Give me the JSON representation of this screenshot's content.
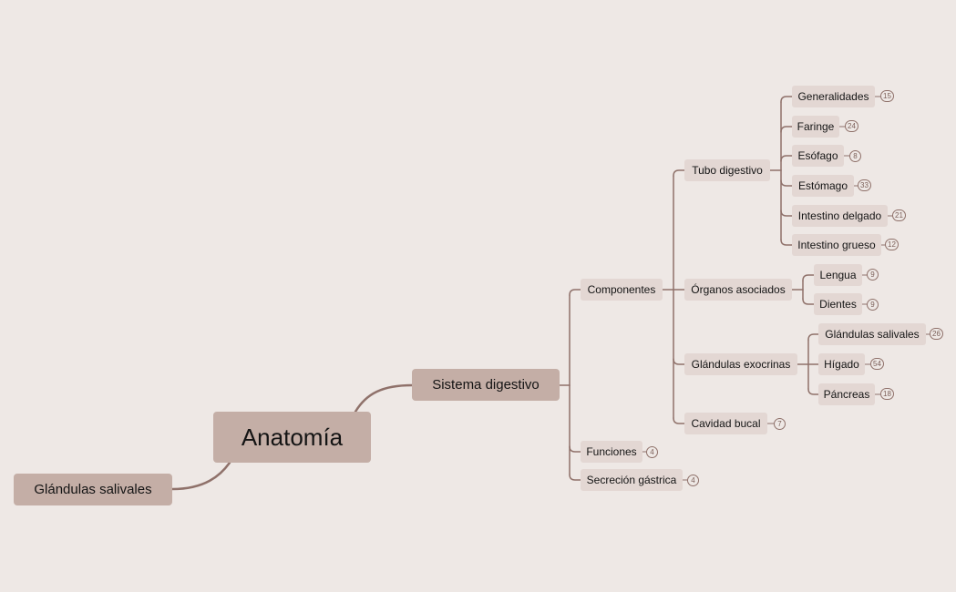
{
  "colors": {
    "background": "#EEE8E5",
    "line": "#8F716A",
    "main_node": "#C4AEA6",
    "sub_node": "#E3D7D3",
    "text": "#141414"
  },
  "mindmap": {
    "root": "Anatomía",
    "floating_topic": "Glándulas salivales",
    "branch": "Sistema digestivo",
    "componentes": {
      "label": "Componentes",
      "tubo_digestivo": {
        "label": "Tubo digestivo",
        "children": [
          {
            "label": "Generalidades",
            "count": "15"
          },
          {
            "label": "Faringe",
            "count": "24"
          },
          {
            "label": "Esófago",
            "count": "8"
          },
          {
            "label": "Estómago",
            "count": "33"
          },
          {
            "label": "Intestino delgado",
            "count": "21"
          },
          {
            "label": "Intestino grueso",
            "count": "12"
          }
        ]
      },
      "organos_asociados": {
        "label": "Órganos asociados",
        "children": [
          {
            "label": "Lengua",
            "count": "9"
          },
          {
            "label": "Dientes",
            "count": "9"
          }
        ]
      },
      "glandulas_exocrinas": {
        "label": "Glándulas exocrinas",
        "children": [
          {
            "label": "Glándulas salivales",
            "count": "26"
          },
          {
            "label": "Hígado",
            "count": "54"
          },
          {
            "label": "Páncreas",
            "count": "18"
          }
        ]
      },
      "cavidad_bucal": {
        "label": "Cavidad bucal",
        "count": "7"
      }
    },
    "funciones": {
      "label": "Funciones",
      "count": "4"
    },
    "secrecion_gastrica": {
      "label": "Secreción gástrica",
      "count": "4"
    }
  }
}
